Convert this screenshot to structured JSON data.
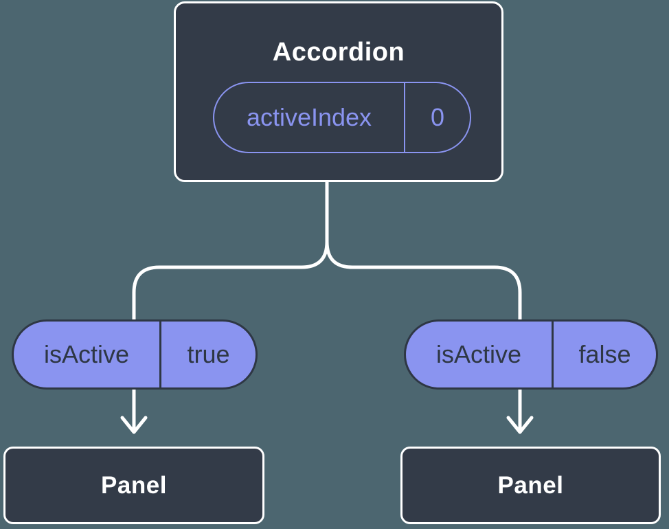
{
  "colors": {
    "bg": "#4C6670",
    "node": "#333B48",
    "accent": "#8A94F0",
    "line": "#FFFFFF",
    "ink": "#2E3744"
  },
  "root": {
    "title": "Accordion",
    "prop": {
      "name": "activeIndex",
      "value": "0"
    }
  },
  "children": [
    {
      "prop": {
        "name": "isActive",
        "value": "true"
      },
      "panel": "Panel"
    },
    {
      "prop": {
        "name": "isActive",
        "value": "false"
      },
      "panel": "Panel"
    }
  ]
}
